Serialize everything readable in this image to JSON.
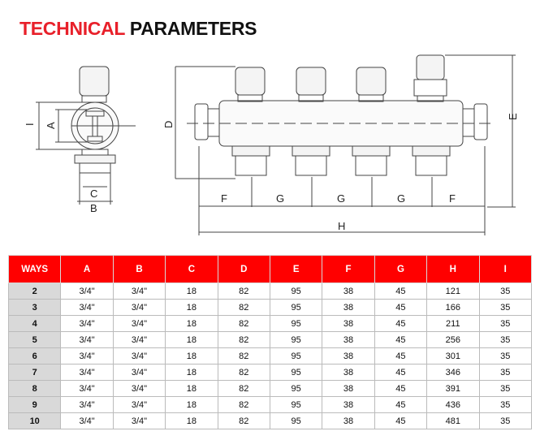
{
  "title": {
    "part1": "TECHNICAL",
    "part2": "PARAMETERS"
  },
  "drawing": {
    "labels": {
      "I": "I",
      "A": "A",
      "B": "B",
      "C": "C",
      "D": "D",
      "E": "E",
      "F": "F",
      "G": "G",
      "H": "H"
    }
  },
  "table": {
    "headers": [
      "WAYS",
      "A",
      "B",
      "C",
      "D",
      "E",
      "F",
      "G",
      "H",
      "I"
    ],
    "rows": [
      [
        "2",
        "3/4\"",
        "3/4\"",
        "18",
        "82",
        "95",
        "38",
        "45",
        "121",
        "35"
      ],
      [
        "3",
        "3/4\"",
        "3/4\"",
        "18",
        "82",
        "95",
        "38",
        "45",
        "166",
        "35"
      ],
      [
        "4",
        "3/4\"",
        "3/4\"",
        "18",
        "82",
        "95",
        "38",
        "45",
        "211",
        "35"
      ],
      [
        "5",
        "3/4\"",
        "3/4\"",
        "18",
        "82",
        "95",
        "38",
        "45",
        "256",
        "35"
      ],
      [
        "6",
        "3/4\"",
        "3/4\"",
        "18",
        "82",
        "95",
        "38",
        "45",
        "301",
        "35"
      ],
      [
        "7",
        "3/4\"",
        "3/4\"",
        "18",
        "82",
        "95",
        "38",
        "45",
        "346",
        "35"
      ],
      [
        "8",
        "3/4\"",
        "3/4\"",
        "18",
        "82",
        "95",
        "38",
        "45",
        "391",
        "35"
      ],
      [
        "9",
        "3/4\"",
        "3/4\"",
        "18",
        "82",
        "95",
        "38",
        "45",
        "436",
        "35"
      ],
      [
        "10",
        "3/4\"",
        "3/4\"",
        "18",
        "82",
        "95",
        "38",
        "45",
        "481",
        "35"
      ]
    ]
  },
  "colors": {
    "header": "#ff0000",
    "ways_cell": "#d9d9d9",
    "title_red": "#e8202a"
  }
}
